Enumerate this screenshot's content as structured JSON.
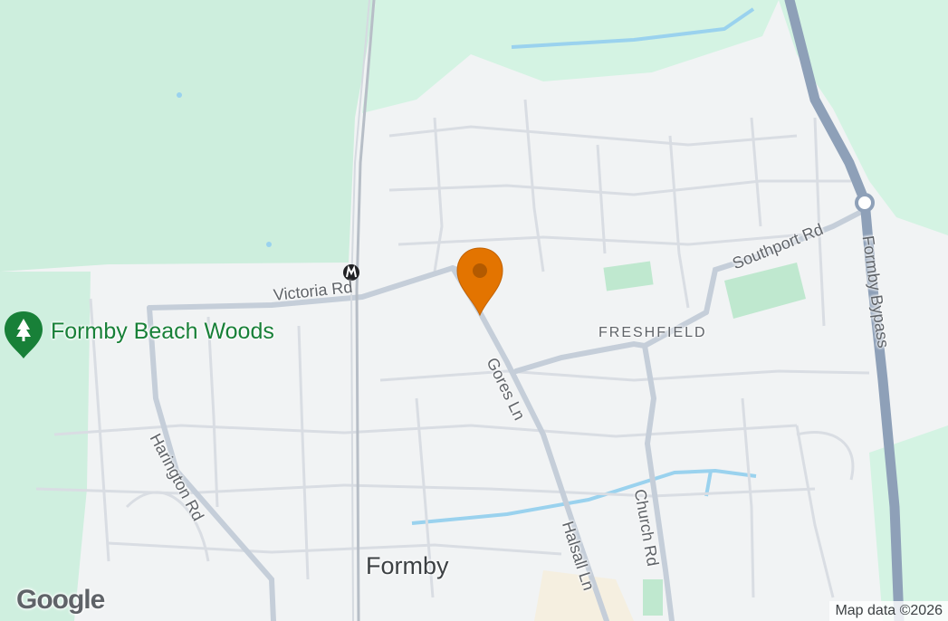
{
  "map": {
    "labels": {
      "town": "Formby",
      "area": "FRESHFIELD",
      "poi": "Formby Beach Woods",
      "victoria_rd": "Victoria Rd",
      "southport_rd": "Southport Rd",
      "formby_bypass": "Formby Bypass",
      "gores_ln": "Gores Ln",
      "halsall_ln": "Halsall Ln",
      "church_rd": "Church Rd",
      "harington_rd": "Harington Rd"
    },
    "attribution": "Map data ©2026",
    "logo": "Google",
    "icons": {
      "marker": "location-pin-icon",
      "station": "train-station-icon",
      "park": "tree-icon"
    },
    "colors": {
      "land": "#f1f3f4",
      "park": "#cdeedd",
      "water": "#9ad2ee",
      "road": "#c5ced9",
      "highway": "#8ea0b8",
      "marker": "#e37400",
      "poi": "#188038"
    }
  }
}
